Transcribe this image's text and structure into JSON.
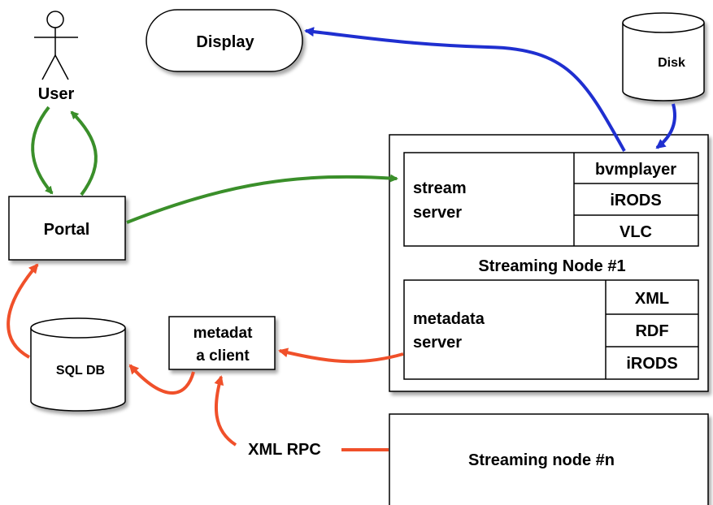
{
  "nodes": {
    "user": "User",
    "display": "Display",
    "disk": "Disk",
    "portal": "Portal",
    "sql_db": "SQL DB",
    "metadata_client_line1": "metadat",
    "metadata_client_line2": "a client",
    "xml_rpc": "XML RPC",
    "stream_server_line1": "stream",
    "stream_server_line2": "server",
    "bvmplayer": "bvmplayer",
    "irods_stream": "iRODS",
    "vlc": "VLC",
    "streaming_node_1": "Streaming Node #1",
    "metadata_server_line1": "metadata",
    "metadata_server_line2": "server",
    "xml": "XML",
    "rdf": "RDF",
    "irods_meta": "iRODS",
    "streaming_node_n": "Streaming node #n"
  },
  "colors": {
    "green_arrow": "#3a8f2a",
    "blue_arrow": "#1f2fd0",
    "red_arrow": "#f0502a"
  }
}
